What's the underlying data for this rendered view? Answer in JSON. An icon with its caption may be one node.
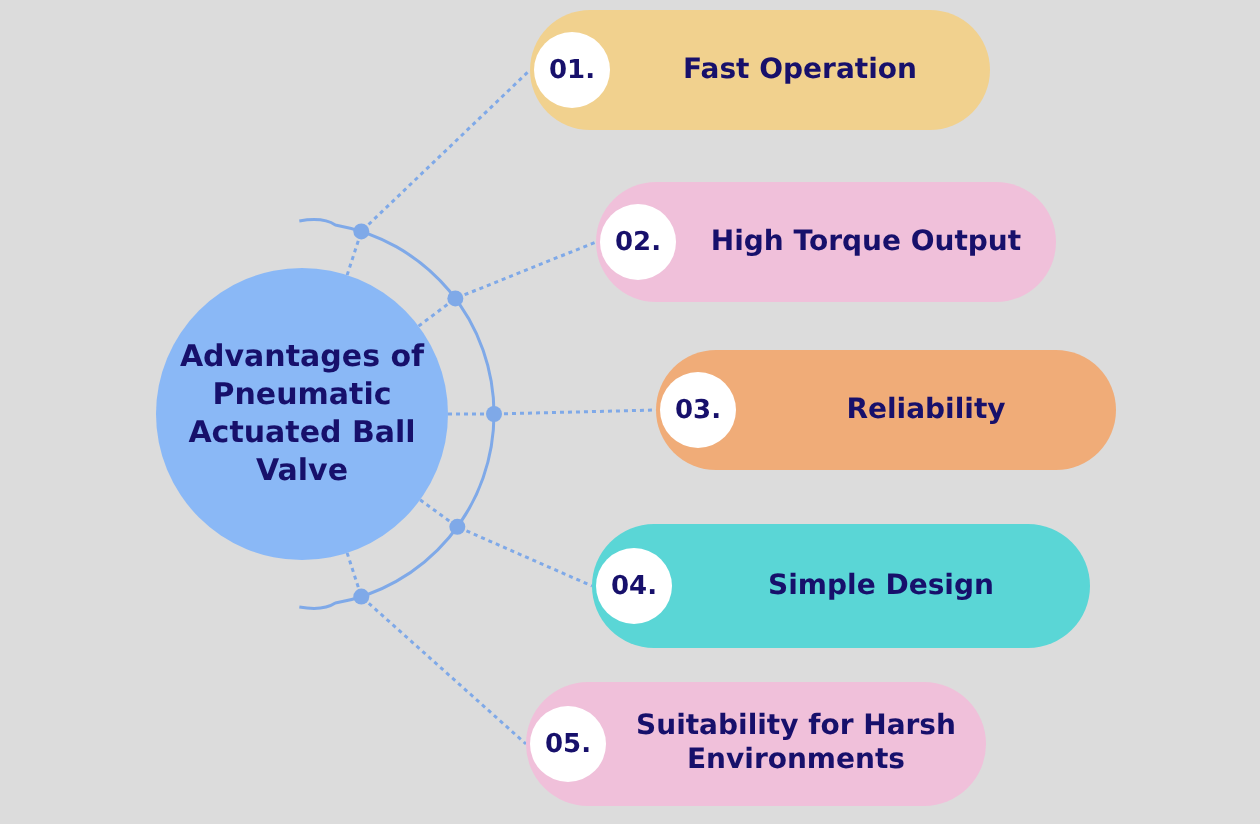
{
  "diagram": {
    "nodes": [
      {
        "text": [
          "Advantages of Pneumatic Actuated Ball Valve"
        ]
      },
      {
        "text": [
          "01.",
          "Fast Operation"
        ]
      },
      {
        "text": [
          "02.",
          "High Torque Output"
        ]
      },
      {
        "text": [
          "03.",
          "Reliability"
        ]
      },
      {
        "text": [
          "04.",
          "Simple Design"
        ]
      },
      {
        "text": [
          "05.",
          "Suitability for Harsh Environments"
        ]
      }
    ],
    "edges": [
      {
        "from": 0,
        "to": 1,
        "arrow": "none",
        "style": "dashed"
      },
      {
        "from": 0,
        "to": 2,
        "arrow": "none",
        "style": "dashed"
      },
      {
        "from": 0,
        "to": 3,
        "arrow": "none",
        "style": "dashed"
      },
      {
        "from": 0,
        "to": 4,
        "arrow": "none",
        "style": "dashed"
      },
      {
        "from": 0,
        "to": 5,
        "arrow": "none",
        "style": "dashed"
      }
    ]
  }
}
